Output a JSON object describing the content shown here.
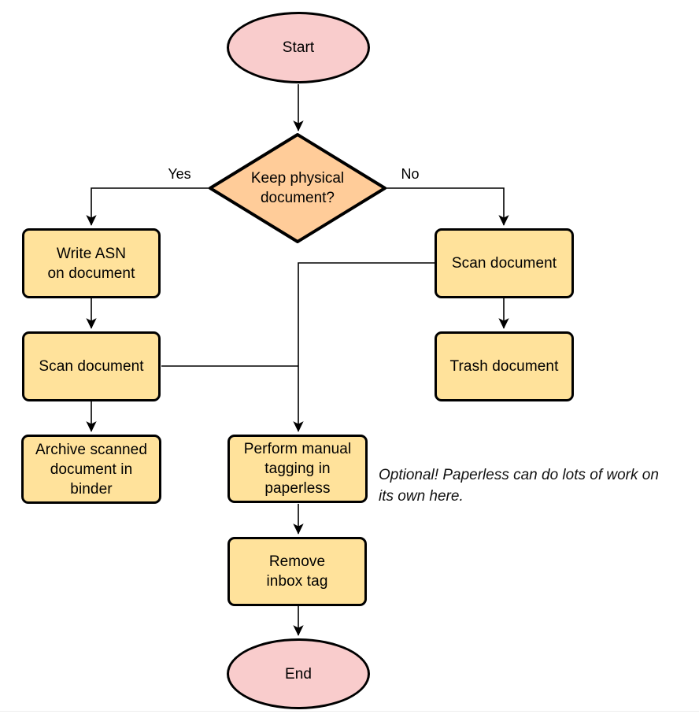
{
  "colors": {
    "process_fill": "#FFE29B",
    "terminal_fill": "#F9CCCC",
    "decision_fill": "#FFCC99",
    "stroke": "#000000",
    "page_divider": "#ededed"
  },
  "flowchart": {
    "nodes": {
      "start": {
        "label": "Start"
      },
      "decision": {
        "lines": [
          "Keep physical",
          "document?"
        ]
      },
      "write_asn": {
        "lines": [
          "Write ASN",
          "on document"
        ]
      },
      "scan_left": {
        "lines": [
          "Scan document"
        ]
      },
      "archive": {
        "lines": [
          "Archive scanned",
          "document in",
          "binder"
        ]
      },
      "scan_right": {
        "lines": [
          "Scan document"
        ]
      },
      "trash": {
        "lines": [
          "Trash document"
        ]
      },
      "tagging": {
        "lines": [
          "Perform manual",
          "tagging in",
          "paperless"
        ]
      },
      "remove_inbox": {
        "lines": [
          "Remove",
          "inbox tag"
        ]
      },
      "end": {
        "label": "End"
      }
    },
    "edge_labels": {
      "yes": "Yes",
      "no": "No"
    },
    "annotation": {
      "lines": [
        "Optional! Paperless can do lots of work on",
        "its own here."
      ]
    }
  }
}
